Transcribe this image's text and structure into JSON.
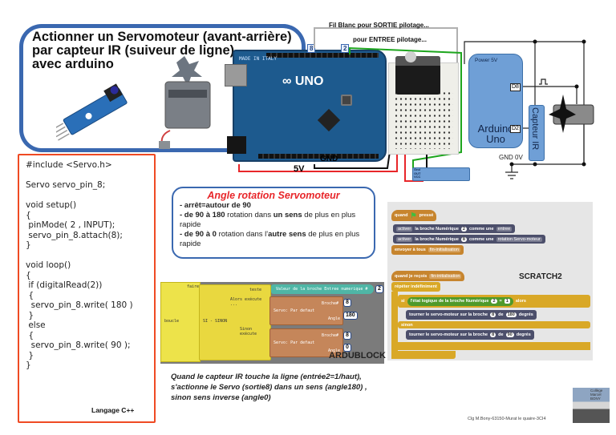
{
  "title": {
    "lines": [
      "Actionner un Servomoteur (avant-arrière)",
      "par capteur IR (suiveur de ligne)",
      "avec arduino"
    ]
  },
  "wiring": {
    "label_output": "Fil Blanc pour SORTIE pilotage...",
    "label_input": "pour ENTREE pilotage...",
    "pin_output": "8",
    "pin_input": "2",
    "gnd_label": "GND",
    "v5_label": "5V",
    "board_logo": "UNO",
    "board_made_in": "MADE IN ITALY",
    "ir_module_pins": [
      "Gnd",
      "OUT",
      "VCC"
    ],
    "wire_colors": {
      "output": "#b0b0b0",
      "input": "#1ea61e",
      "power": "#e8262a",
      "ground": "#111111"
    }
  },
  "schematic": {
    "power_label": "Power 5V",
    "board_name_line1": "Arduino",
    "board_name_line2": "Uno",
    "pin_d8": "D8",
    "pin_d2": "D2",
    "sensor_label": "Capteur IR",
    "ground_label": "GND 0V",
    "block_color": "#6f9fd6"
  },
  "code": {
    "language_label": "Langage C++",
    "lines": [
      "#include <Servo.h>",
      "",
      "Servo servo_pin_8;",
      "",
      "void setup()",
      "{",
      " pinMode( 2 , INPUT);",
      " servo_pin_8.attach(8);",
      "}",
      "",
      "void loop()",
      "{",
      " if (digitalRead(2))",
      " {",
      "  servo_pin_8.write( 180 )",
      " }",
      " else",
      " {",
      "  servo_pin_8.write( 90 );",
      " }",
      "}"
    ]
  },
  "angle_info": {
    "title": "Angle rotation Servomoteur",
    "line1": "- arrêt=autour de 90",
    "line2_bold": "- de 90 à 180",
    "line2_rest_a": " rotation dans ",
    "line2_bold_b": "un sens",
    "line2_rest_b": " de plus en plus rapide",
    "line3_bold": "- de 90 à 0",
    "line3_rest_a": " rotation dans l'",
    "line3_bold_b": "autre sens",
    "line3_rest_b": " de plus en plus rapide"
  },
  "ardublock": {
    "label": "ARDUBLOCK",
    "loop_block": "boucle",
    "loop_slot": "faire",
    "ifelse_block": "SI - SINON",
    "test_slot": "teste",
    "then_slot": "Alors exécute ...",
    "else_slot": "Sinon exécute",
    "condition": "Valeur de la broche Entree numerique #",
    "condition_pin": "2",
    "servo1": {
      "label": "Servo: Par defaut",
      "pin_label": "Broche#",
      "pin": "8",
      "angle_label": "Angle",
      "angle": "180"
    },
    "servo2": {
      "label": "Servo: Par defaut",
      "pin_label": "Broche#",
      "pin": "8",
      "angle_label": "Angle",
      "angle": "0"
    }
  },
  "scratch": {
    "label": "SCRATCH2",
    "hat1": {
      "left": "quand",
      "right": "pressé"
    },
    "set1": {
      "drop": "activer",
      "text": "la broche Numérique",
      "pin": "2",
      "text2": "comme une",
      "mode": "entree"
    },
    "set2": {
      "drop": "activer",
      "text": "la broche Numérique",
      "pin": "8",
      "text2": "comme une",
      "mode": "rotation Servo-moteur"
    },
    "broadcast": {
      "text": "envoyer à tous",
      "msg": "fin-initialisation"
    },
    "hat2": {
      "text": "quand je reçois",
      "msg": "fin-initialisation"
    },
    "forever": "répéter indéfiniment",
    "if_label": "si",
    "condition": {
      "text": "l'état logique de la broche Numérique",
      "pin": "2",
      "op": "=",
      "value": "1"
    },
    "then_label": "alors",
    "turn1": {
      "text": "tourner le servo-moteur sur la broche",
      "pin": "8",
      "de": "de",
      "angle": "180",
      "unit": "degrés"
    },
    "else_label": "sinon",
    "turn2": {
      "text": "tourner le servo-moteur sur la broche",
      "pin": "8",
      "de": "de",
      "angle": "90",
      "unit": "degrés"
    }
  },
  "caption": {
    "lines": [
      "Quand le capteur IR touche la ligne (entrée2=1/haut),",
      "s'actionne le Servo (sortie8) dans un sens (angle180) ,",
      "sinon sens inverse (angle0)"
    ]
  },
  "footer": {
    "credit": "Clg M.Bony-63150-Murat le quaire-3CI4",
    "logo_text": [
      "Collège",
      "Marcel",
      "BONY"
    ]
  }
}
